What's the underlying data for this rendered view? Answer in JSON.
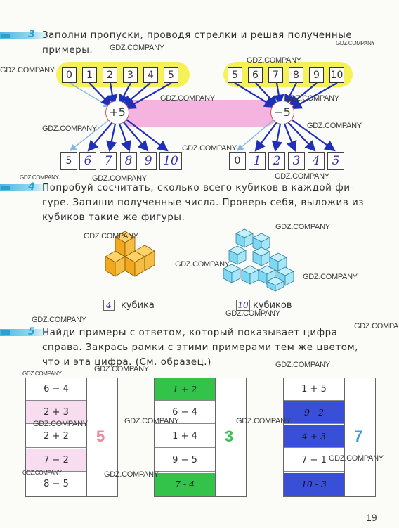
{
  "watermark": "GDZ.COMPANY",
  "page_number": "19",
  "task3": {
    "number": "3",
    "text_lines": [
      "Заполни пропуски, проводя стрелки и решая полученные",
      "примеры."
    ],
    "left_top": [
      "0",
      "1",
      "2",
      "3",
      "4",
      "5"
    ],
    "left_op": "+5",
    "left_bottom": [
      "5",
      "6",
      "7",
      "8",
      "9",
      "10"
    ],
    "right_top": [
      "5",
      "6",
      "7",
      "8",
      "9",
      "10"
    ],
    "right_op": "−5",
    "right_bottom": [
      "0",
      "1",
      "2",
      "3",
      "4",
      "5"
    ]
  },
  "task4": {
    "number": "4",
    "text_lines": [
      "Попробуй сосчитать, сколько всего кубиков в каждой фи-",
      "гуре. Запиши полученные числа. Проверь себя, выложив из",
      "кубиков такие же фигуры."
    ],
    "left_count": "4",
    "left_word": "кубика",
    "right_count": "10",
    "right_word": "кубиков",
    "colors": {
      "orange": "#f0a81e",
      "cyan": "#7fd8f2"
    }
  },
  "task5": {
    "number": "5",
    "text_lines": [
      "Найди примеры с ответом, который показывает цифра",
      "справа. Закрась рамки с этими примерами тем же цветом,",
      "что и эта цифра. (См. образец.)"
    ],
    "grids": [
      {
        "answer": "5",
        "color": "#f0869e",
        "cells": [
          {
            "t": "6 − 4",
            "s": ""
          },
          {
            "t": "2 + 3",
            "s": "pink"
          },
          {
            "t": "2 + 2",
            "s": ""
          },
          {
            "t": "7 − 2",
            "s": "pink"
          },
          {
            "t": "8 − 5",
            "s": ""
          }
        ]
      },
      {
        "answer": "3",
        "color": "#3cbf55",
        "cells": [
          {
            "t": "1 + 2",
            "s": "green hand"
          },
          {
            "t": "6 − 4",
            "s": ""
          },
          {
            "t": "1 + 4",
            "s": ""
          },
          {
            "t": "9 − 5",
            "s": ""
          },
          {
            "t": "7 - 4",
            "s": "green hand"
          }
        ]
      },
      {
        "answer": "7",
        "color": "#3aa0d8",
        "cells": [
          {
            "t": "1 + 5",
            "s": ""
          },
          {
            "t": "9 - 2",
            "s": "blue hand"
          },
          {
            "t": "4 + 3",
            "s": "blue hand"
          },
          {
            "t": "7 − 1",
            "s": ""
          },
          {
            "t": "10 - 3",
            "s": "blue hand"
          }
        ]
      }
    ]
  }
}
